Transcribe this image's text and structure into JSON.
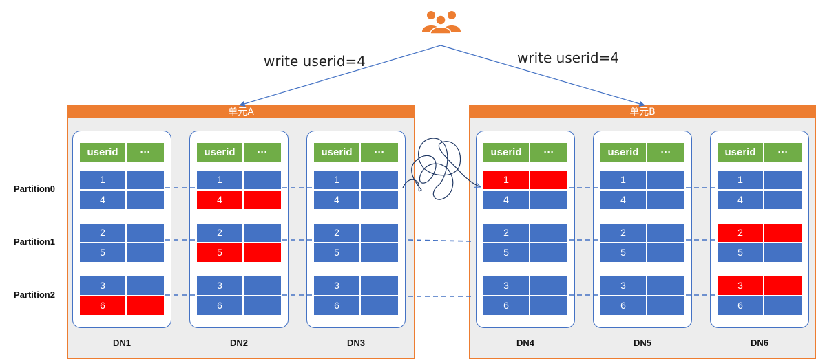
{
  "title_write_left": "write userid=4",
  "title_write_right": "write userid=4",
  "user_icon": "users-icon",
  "accent_orange": "#ed7d31",
  "cell_blue": "#4472c4",
  "cell_red": "#ff0000",
  "header_green": "#70ad47",
  "units": [
    {
      "label": "单元A"
    },
    {
      "label": "单元B"
    }
  ],
  "partitions": [
    "Partition0",
    "Partition1",
    "Partition2"
  ],
  "table_header": {
    "col1": "userid",
    "col2": "···"
  },
  "nodes": [
    {
      "name": "DN1",
      "rows": [
        [
          "1",
          "blue"
        ],
        [
          "4",
          "blue"
        ],
        [
          "2",
          "blue"
        ],
        [
          "5",
          "blue"
        ],
        [
          "3",
          "blue"
        ],
        [
          "6",
          "red"
        ]
      ]
    },
    {
      "name": "DN2",
      "rows": [
        [
          "1",
          "blue"
        ],
        [
          "4",
          "red"
        ],
        [
          "2",
          "blue"
        ],
        [
          "5",
          "red"
        ],
        [
          "3",
          "blue"
        ],
        [
          "6",
          "blue"
        ]
      ]
    },
    {
      "name": "DN3",
      "rows": [
        [
          "1",
          "blue"
        ],
        [
          "4",
          "blue"
        ],
        [
          "2",
          "blue"
        ],
        [
          "5",
          "blue"
        ],
        [
          "3",
          "blue"
        ],
        [
          "6",
          "blue"
        ]
      ]
    },
    {
      "name": "DN4",
      "rows": [
        [
          "1",
          "red"
        ],
        [
          "4",
          "blue"
        ],
        [
          "2",
          "blue"
        ],
        [
          "5",
          "blue"
        ],
        [
          "3",
          "blue"
        ],
        [
          "6",
          "blue"
        ]
      ]
    },
    {
      "name": "DN5",
      "rows": [
        [
          "1",
          "blue"
        ],
        [
          "4",
          "blue"
        ],
        [
          "2",
          "blue"
        ],
        [
          "5",
          "blue"
        ],
        [
          "3",
          "blue"
        ],
        [
          "6",
          "blue"
        ]
      ]
    },
    {
      "name": "DN6",
      "rows": [
        [
          "1",
          "blue"
        ],
        [
          "4",
          "blue"
        ],
        [
          "2",
          "red"
        ],
        [
          "5",
          "blue"
        ],
        [
          "3",
          "red"
        ],
        [
          "6",
          "blue"
        ]
      ]
    }
  ]
}
